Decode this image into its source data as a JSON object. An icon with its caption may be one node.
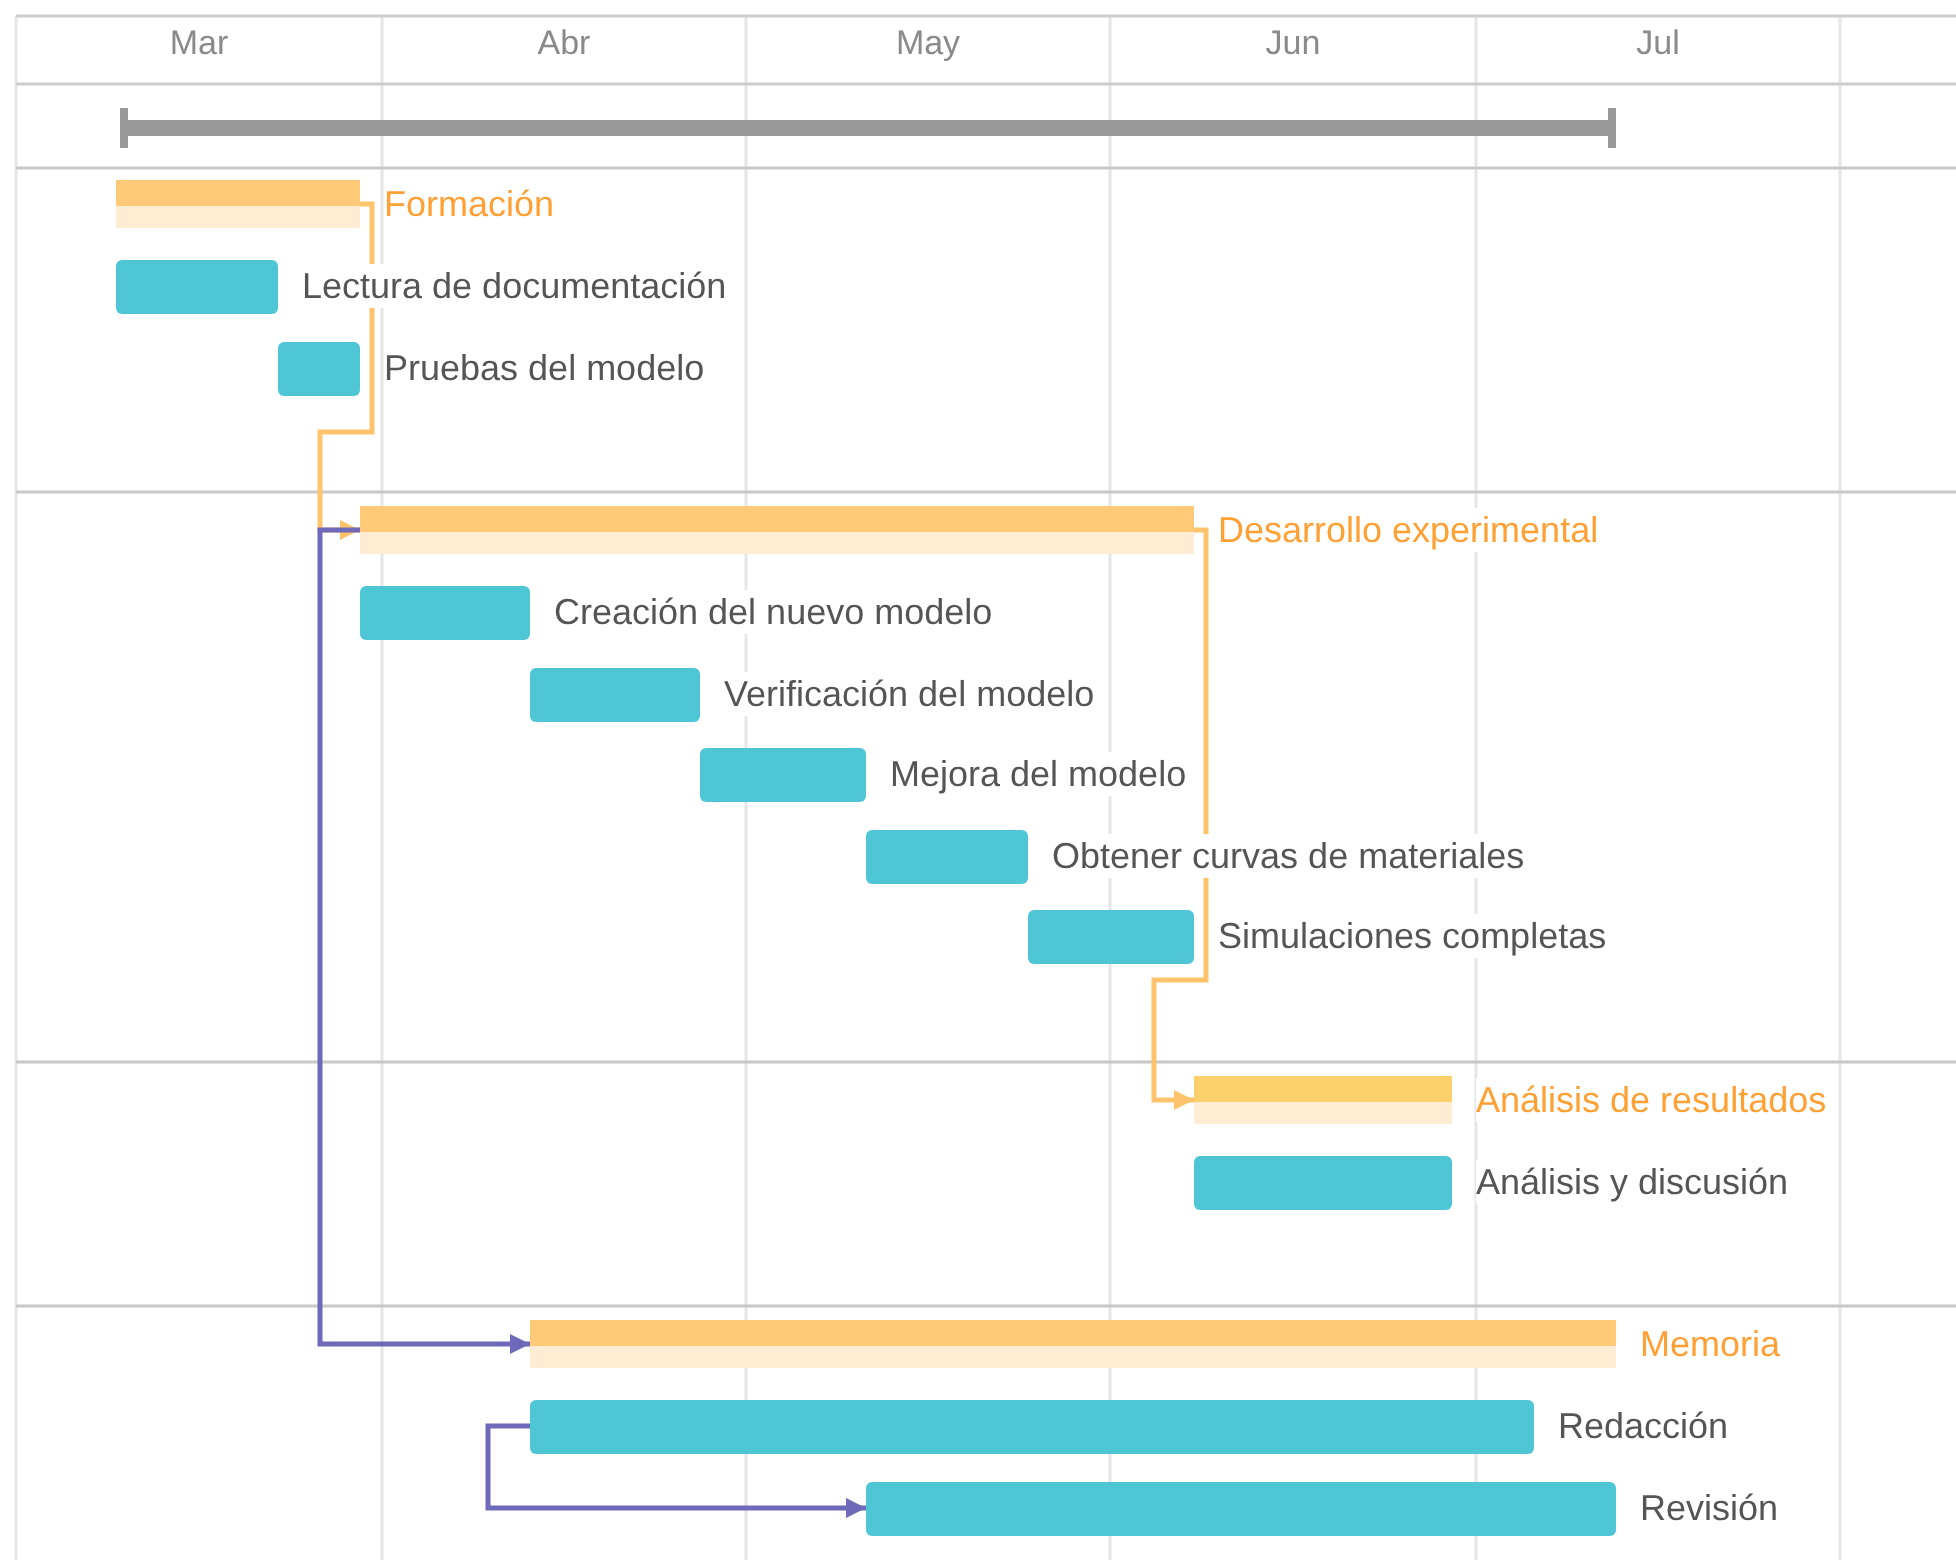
{
  "diagram": {
    "nodes": [
      {
        "text": [],
        "shape": "bar"
      },
      {
        "text": [],
        "shape": "bar",
        "beside": [
          "Formación"
        ]
      },
      {
        "text": [],
        "shape": "bar",
        "beside": [
          "Lectura de documentación"
        ]
      },
      {
        "text": [],
        "shape": "bar",
        "beside": [
          "Pruebas del modelo"
        ]
      },
      {
        "text": [],
        "shape": "bar",
        "beside": [
          "Desarrollo experimental"
        ]
      },
      {
        "text": [],
        "shape": "bar",
        "beside": [
          "Creación del nuevo modelo"
        ]
      },
      {
        "text": [],
        "shape": "bar",
        "beside": [
          "Verificación del modelo"
        ]
      },
      {
        "text": [],
        "shape": "bar",
        "beside": [
          "Mejora del modelo"
        ]
      },
      {
        "text": [],
        "shape": "bar",
        "beside": [
          "Obtener curvas de materiales"
        ]
      },
      {
        "text": [],
        "shape": "bar",
        "beside": [
          "Simulaciones completas"
        ]
      },
      {
        "text": [],
        "shape": "bar",
        "beside": [
          "Análisis de resultados"
        ]
      },
      {
        "text": [],
        "shape": "bar",
        "beside": [
          "Análisis y discusión"
        ]
      },
      {
        "text": [],
        "shape": "bar",
        "beside": [
          "Memoria"
        ]
      },
      {
        "text": [],
        "shape": "bar",
        "beside": [
          "Redacción"
        ]
      },
      {
        "text": [],
        "shape": "bar",
        "beside": [
          "Revisión"
        ]
      }
    ],
    "edges": [
      {
        "from": 1,
        "to": 4,
        "arrow": "to",
        "color": "#ffc46b"
      },
      {
        "from": 4,
        "to": 12,
        "arrow": "to",
        "color": "#6e69b8"
      },
      {
        "from": 4,
        "to": 10,
        "arrow": "to",
        "color": "#ffc46b"
      },
      {
        "from": 13,
        "to": 14,
        "arrow": "to",
        "color": "#6e69b8"
      }
    ],
    "labels": [
      "Mar",
      "Abr",
      "May",
      "Jun",
      "Jul"
    ]
  }
}
